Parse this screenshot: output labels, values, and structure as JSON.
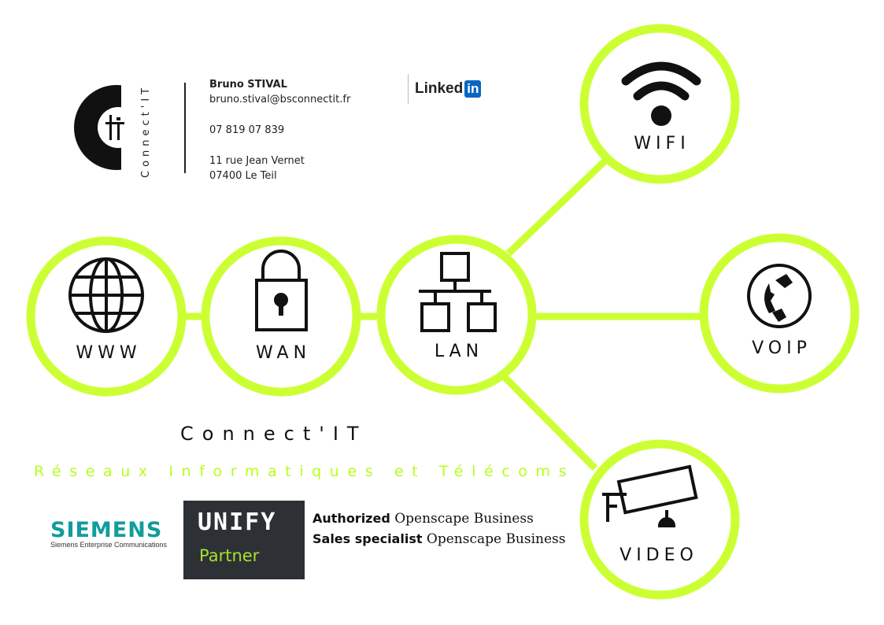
{
  "company": {
    "logo_letter": "C",
    "logo_vertical_text": "Connect'IT",
    "name": "Connect'IT",
    "tagline": "Réseaux Informatiques et Télécoms"
  },
  "contact": {
    "name": "Bruno STIVAL",
    "email": "bruno.stival@bsconnectit.fr",
    "phone": "07 819 07 839",
    "address_line1": "11 rue Jean Vernet",
    "address_line2": "07400 Le Teil"
  },
  "linkedin": {
    "text": "Linked",
    "badge": "in"
  },
  "nodes": {
    "www": "WWW",
    "wan": "WAN",
    "lan": "LAN",
    "wifi": "WIFI",
    "voip": "VOIP",
    "video": "VIDEO"
  },
  "partners": {
    "siemens": "SIEMENS",
    "siemens_sub": "Siemens Enterprise Communications",
    "unify": "UNIFY",
    "unify_partner": "Partner",
    "cert1_bold": "Authorized",
    "cert1_rest": " Openscape Business",
    "cert2_bold": "Sales specialist",
    "cert2_rest": " Openscape Business"
  },
  "colors": {
    "accent": "#ccff33",
    "tagline": "#b6ff1a",
    "linkedin_blue": "#0a66c2",
    "siemens_teal": "#129c9c",
    "unify_bg": "#2d3136",
    "unify_partner": "#a6e22a"
  },
  "icons": [
    "globe-icon",
    "padlock-icon",
    "network-icon",
    "wifi-icon",
    "phone-icon",
    "camera-icon"
  ]
}
